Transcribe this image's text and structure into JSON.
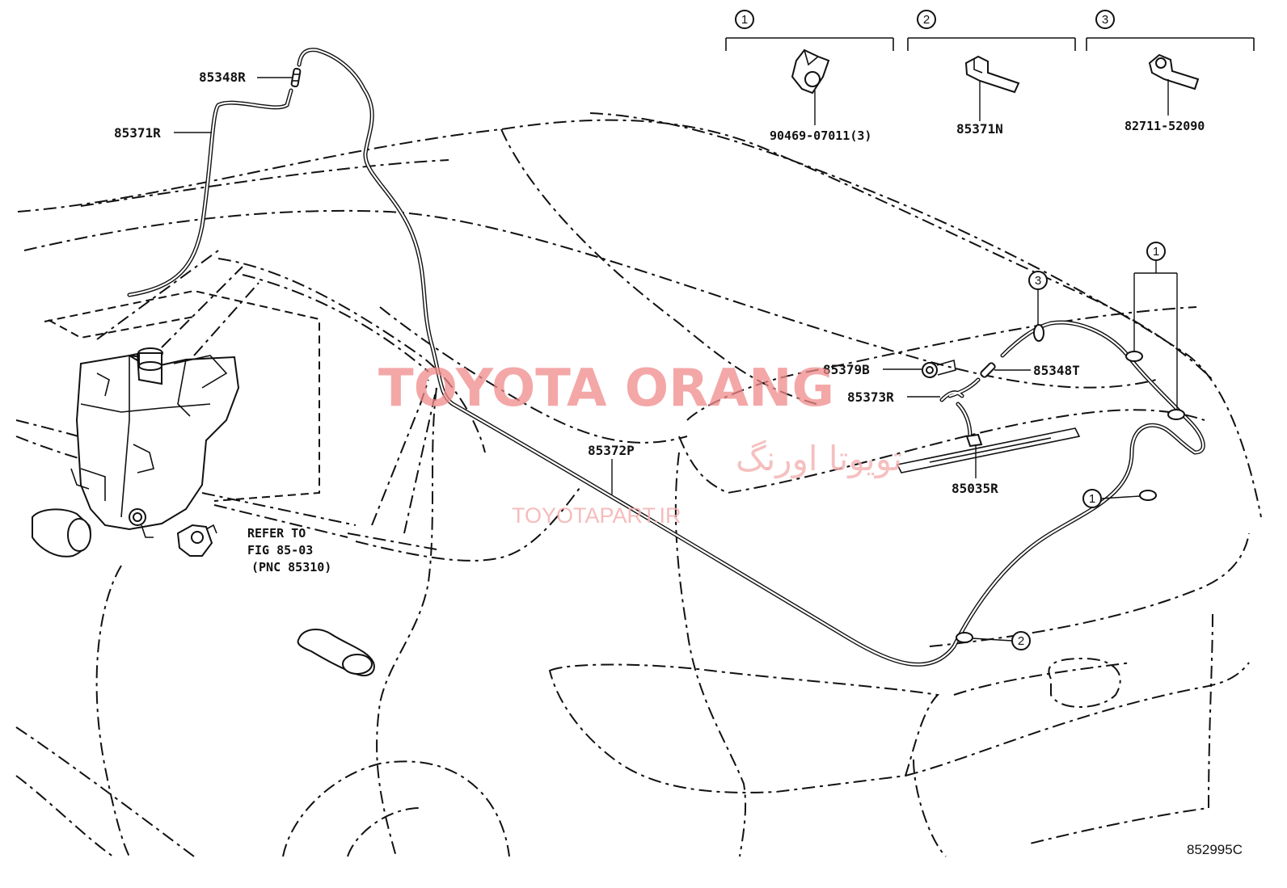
{
  "diagram_code": "852995C",
  "watermark": {
    "brand": "TOYOTA ORANG",
    "persian": "تویوتا اورنگ",
    "url": "TOYOTAPART.IR"
  },
  "legend": [
    {
      "marker": "1",
      "part_number": "90469-07011(3)"
    },
    {
      "marker": "2",
      "part_number": "85371N"
    },
    {
      "marker": "3",
      "part_number": "82711-52090"
    }
  ],
  "callouts": {
    "p85348R_top": "85348R",
    "p85371R": "85371R",
    "p85372P": "85372P",
    "p85379B": "85379B",
    "p85348T": "85348T",
    "p85373R": "85373R",
    "p85035R": "85035R"
  },
  "refer_note": {
    "line1": "REFER TO",
    "line2": "FIG 85-03",
    "line3": "(PNC 85310)"
  },
  "clip_markers": {
    "m3_roof": "3",
    "m1_upper": "1",
    "m1_lower": "1",
    "m2_bumper": "2"
  }
}
